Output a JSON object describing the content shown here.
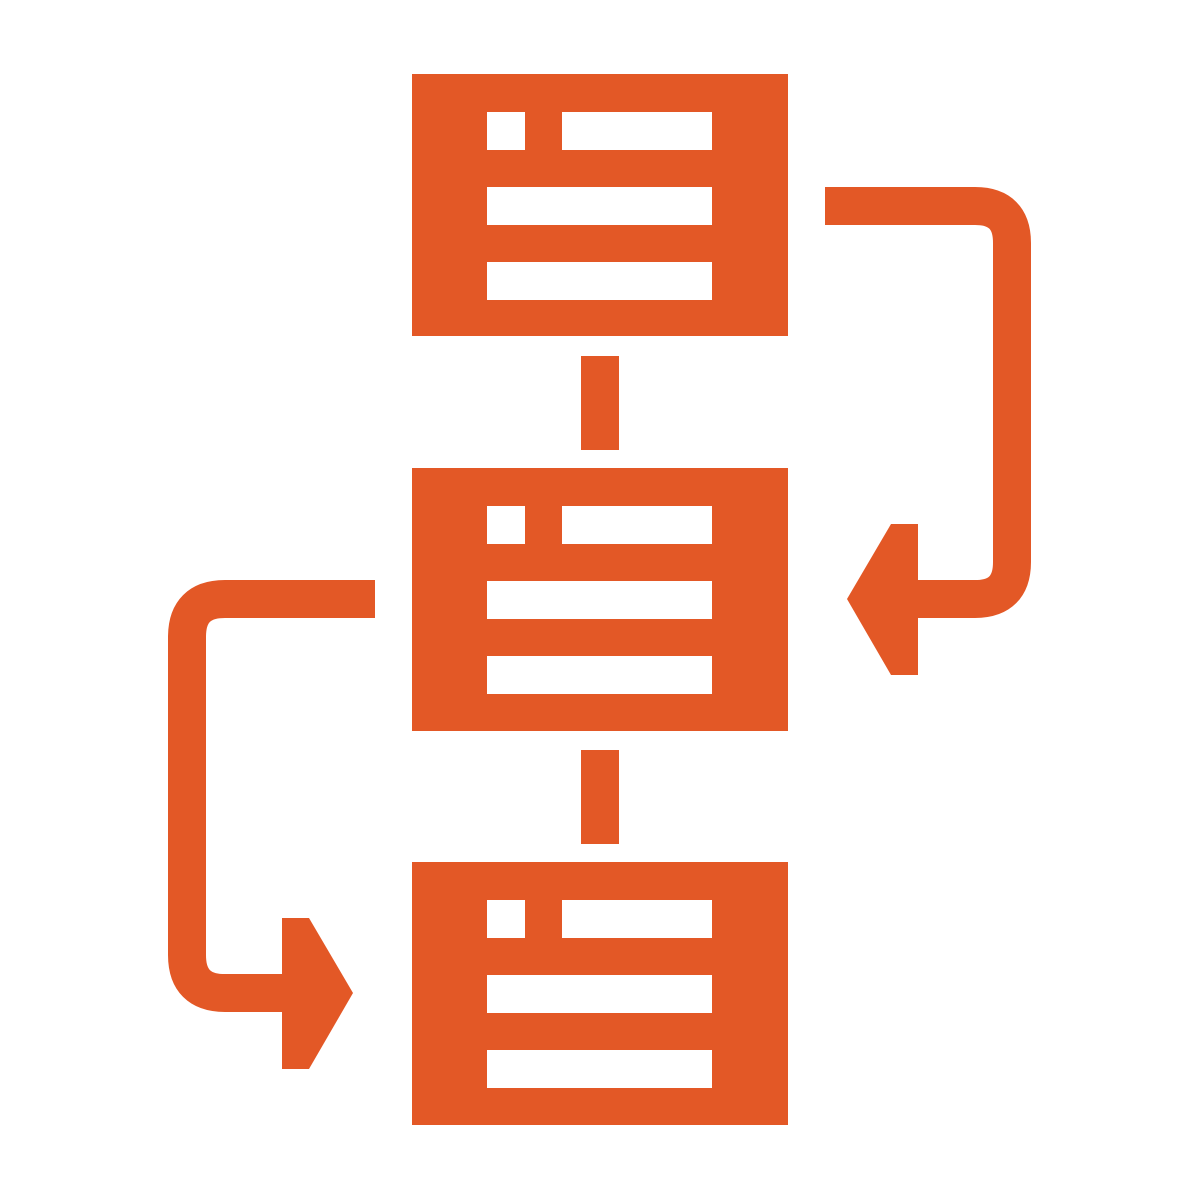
{
  "colors": {
    "accent": "#E35826",
    "background": "#FFFFFF"
  },
  "icon": {
    "name": "flowchart-icon",
    "nodes": [
      {
        "name": "flowchart-node-1",
        "icon": "document-block"
      },
      {
        "name": "flowchart-node-2",
        "icon": "document-block"
      },
      {
        "name": "flowchart-node-3",
        "icon": "document-block"
      }
    ],
    "connectors": [
      {
        "name": "connector-1-2",
        "from": "flowchart-node-1",
        "to": "flowchart-node-2"
      },
      {
        "name": "connector-2-3",
        "from": "flowchart-node-2",
        "to": "flowchart-node-3"
      }
    ],
    "arrows": [
      {
        "name": "loop-arrow-right",
        "from": "flowchart-node-1",
        "to": "flowchart-node-2"
      },
      {
        "name": "loop-arrow-left",
        "from": "flowchart-node-2",
        "to": "flowchart-node-3"
      }
    ]
  }
}
